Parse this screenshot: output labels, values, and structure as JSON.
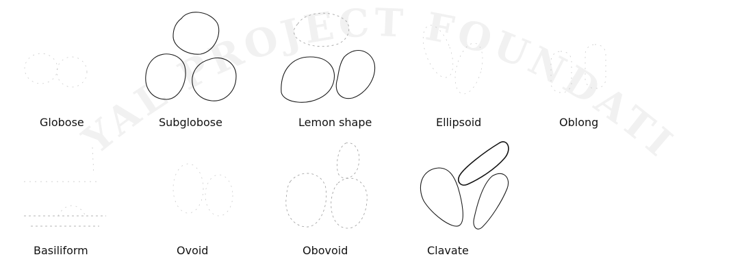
{
  "watermark": {
    "text": "ROYAL PROJECT FOUNDATION"
  },
  "shapes": [
    {
      "id": "globose",
      "label": "Globose"
    },
    {
      "id": "subglobose",
      "label": "Subglobose"
    },
    {
      "id": "lemon",
      "label": "Lemon shape"
    },
    {
      "id": "ellipsoid",
      "label": "Ellipsoid"
    },
    {
      "id": "oblong",
      "label": "Oblong"
    },
    {
      "id": "basiliform",
      "label": "Basiliform"
    },
    {
      "id": "ovoid",
      "label": "Ovoid"
    },
    {
      "id": "obovoid",
      "label": "Obovoid"
    },
    {
      "id": "clavate",
      "label": "Clavate"
    }
  ]
}
